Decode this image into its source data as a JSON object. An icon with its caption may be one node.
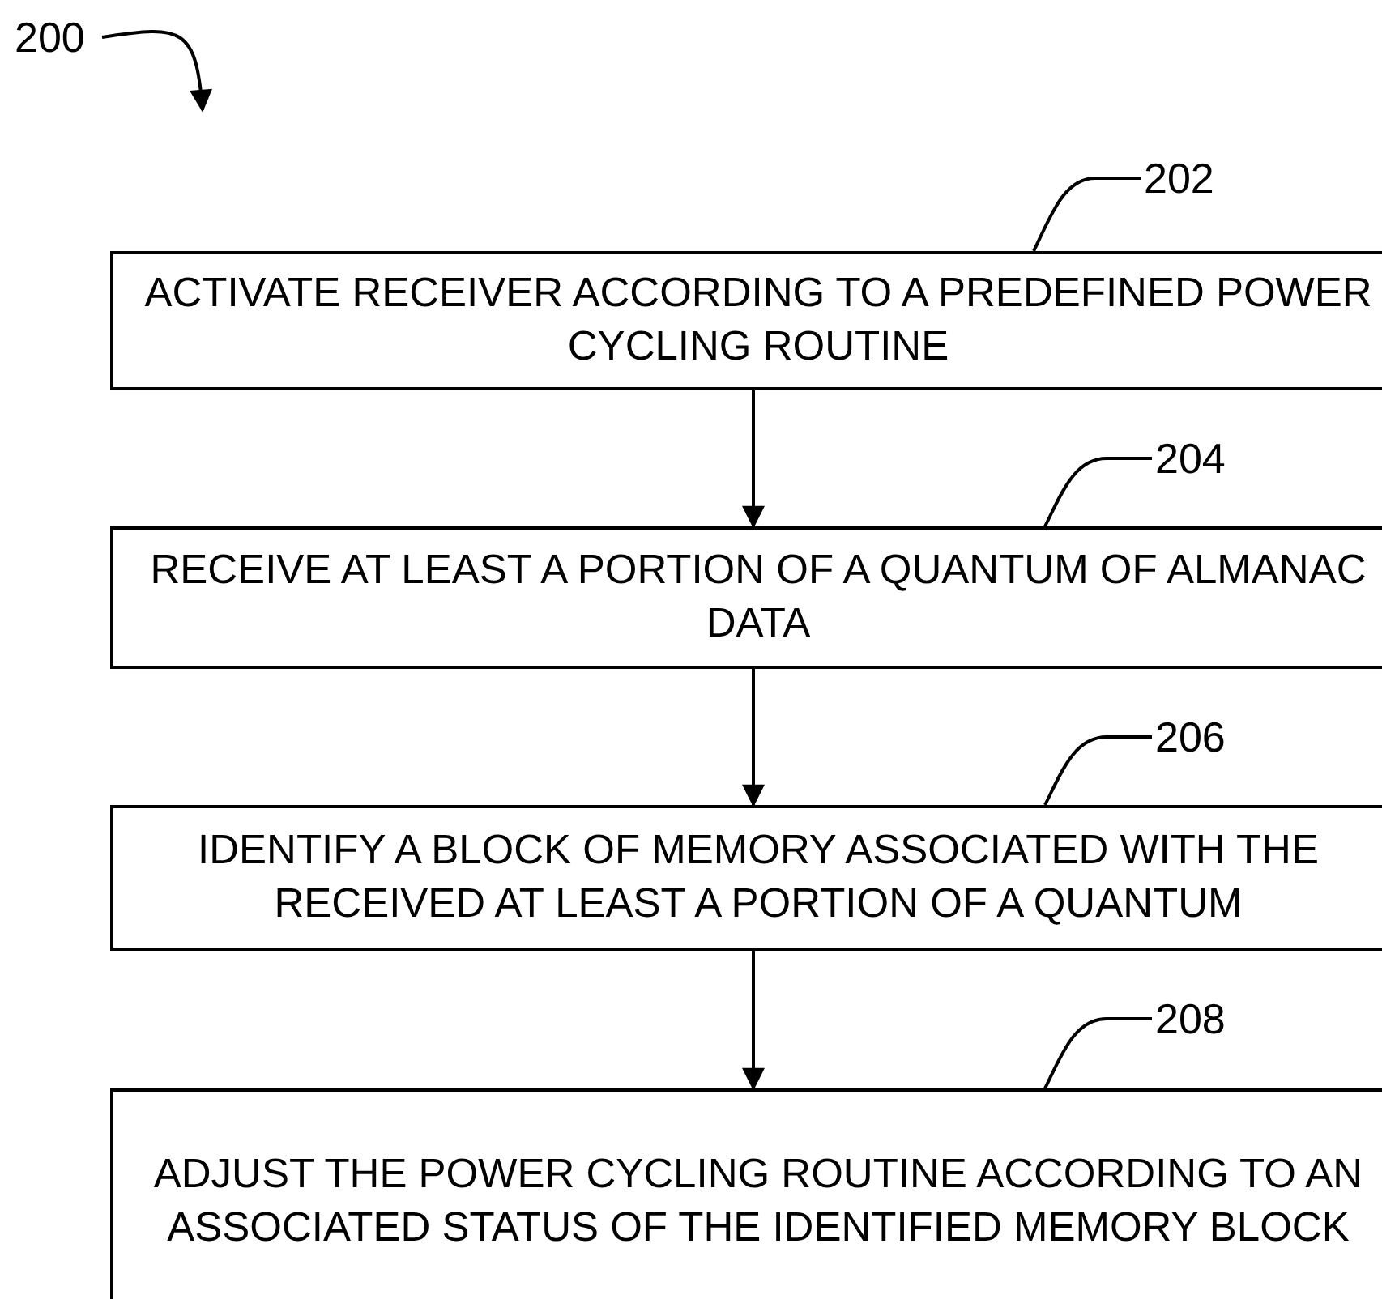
{
  "diagram": {
    "nodes": [
      {
        "text": [
          "200"
        ]
      },
      {
        "text": [
          "202"
        ]
      },
      {
        "text": [
          "ACTIVATE RECEIVER ACCORDING TO A PREDEFINED POWER CYCLING ROUTINE"
        ]
      },
      {
        "text": [
          "204"
        ]
      },
      {
        "text": [
          "RECEIVE AT LEAST A PORTION OF A QUANTUM OF ALMANAC DATA"
        ]
      },
      {
        "text": [
          "206"
        ]
      },
      {
        "text": [
          "IDENTIFY A BLOCK OF MEMORY ASSOCIATED WITH THE RECEIVED AT LEAST A PORTION OF A QUANTUM"
        ]
      },
      {
        "text": [
          "208"
        ]
      },
      {
        "text": [
          "ADJUST THE POWER CYCLING ROUTINE ACCORDING TO AN ASSOCIATED STATUS OF THE IDENTIFIED MEMORY BLOCK"
        ]
      }
    ],
    "edges": [
      {
        "from": 0,
        "to": null,
        "arrow": "to"
      },
      {
        "from": 1,
        "to": 2,
        "arrow": "none"
      },
      {
        "from": 2,
        "to": 4,
        "arrow": "to"
      },
      {
        "from": 3,
        "to": 4,
        "arrow": "none"
      },
      {
        "from": 4,
        "to": 6,
        "arrow": "to"
      },
      {
        "from": 5,
        "to": 6,
        "arrow": "none"
      },
      {
        "from": 6,
        "to": 8,
        "arrow": "to"
      },
      {
        "from": 7,
        "to": 8,
        "arrow": "none"
      }
    ]
  }
}
